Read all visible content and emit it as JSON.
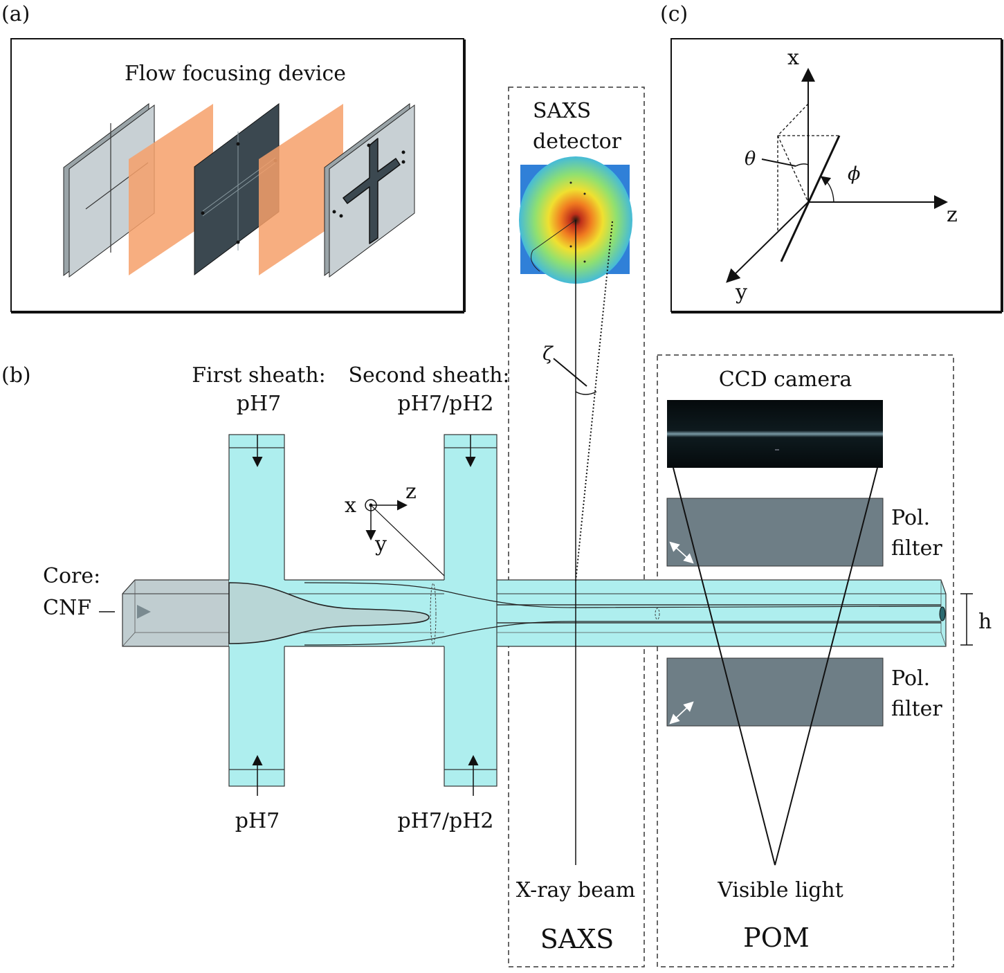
{
  "panels": {
    "a": "(a)",
    "b": "(b)",
    "c": "(c)"
  },
  "panel_a": {
    "title": "Flow focusing device"
  },
  "panel_b": {
    "first_sheath": {
      "line1": "First sheath:",
      "line2": "pH7"
    },
    "second_sheath": {
      "line1": "Second sheath:",
      "line2": "pH7/pH2"
    },
    "core": {
      "line1": "Core:",
      "line2": "CNF"
    },
    "bottom_first": "pH7",
    "bottom_second": "pH7/pH2",
    "coords": {
      "x": "x",
      "y": "y",
      "z": "z"
    },
    "height_label": "h",
    "zeta": "ζ",
    "saxs_detector": {
      "line1": "SAXS",
      "line2": "detector"
    },
    "xray_beam": "X-ray beam",
    "saxs": "SAXS",
    "ccd_camera": "CCD camera",
    "pol_filter_top": {
      "line1": "Pol.",
      "line2": "filter"
    },
    "pol_filter_bottom": {
      "line1": "Pol.",
      "line2": "filter"
    },
    "visible_light": "Visible light",
    "pom": "POM"
  },
  "panel_c": {
    "x": "x",
    "y": "y",
    "z": "z",
    "theta": "θ",
    "phi": "ϕ"
  },
  "colors": {
    "channel": "#aeeeee",
    "sheet": "#f6a06a",
    "dark_plate": "#3b4850",
    "grey_plate": "#c8d0d4",
    "filter": "#6e7e86",
    "core_grey": "#c0cdd0"
  }
}
